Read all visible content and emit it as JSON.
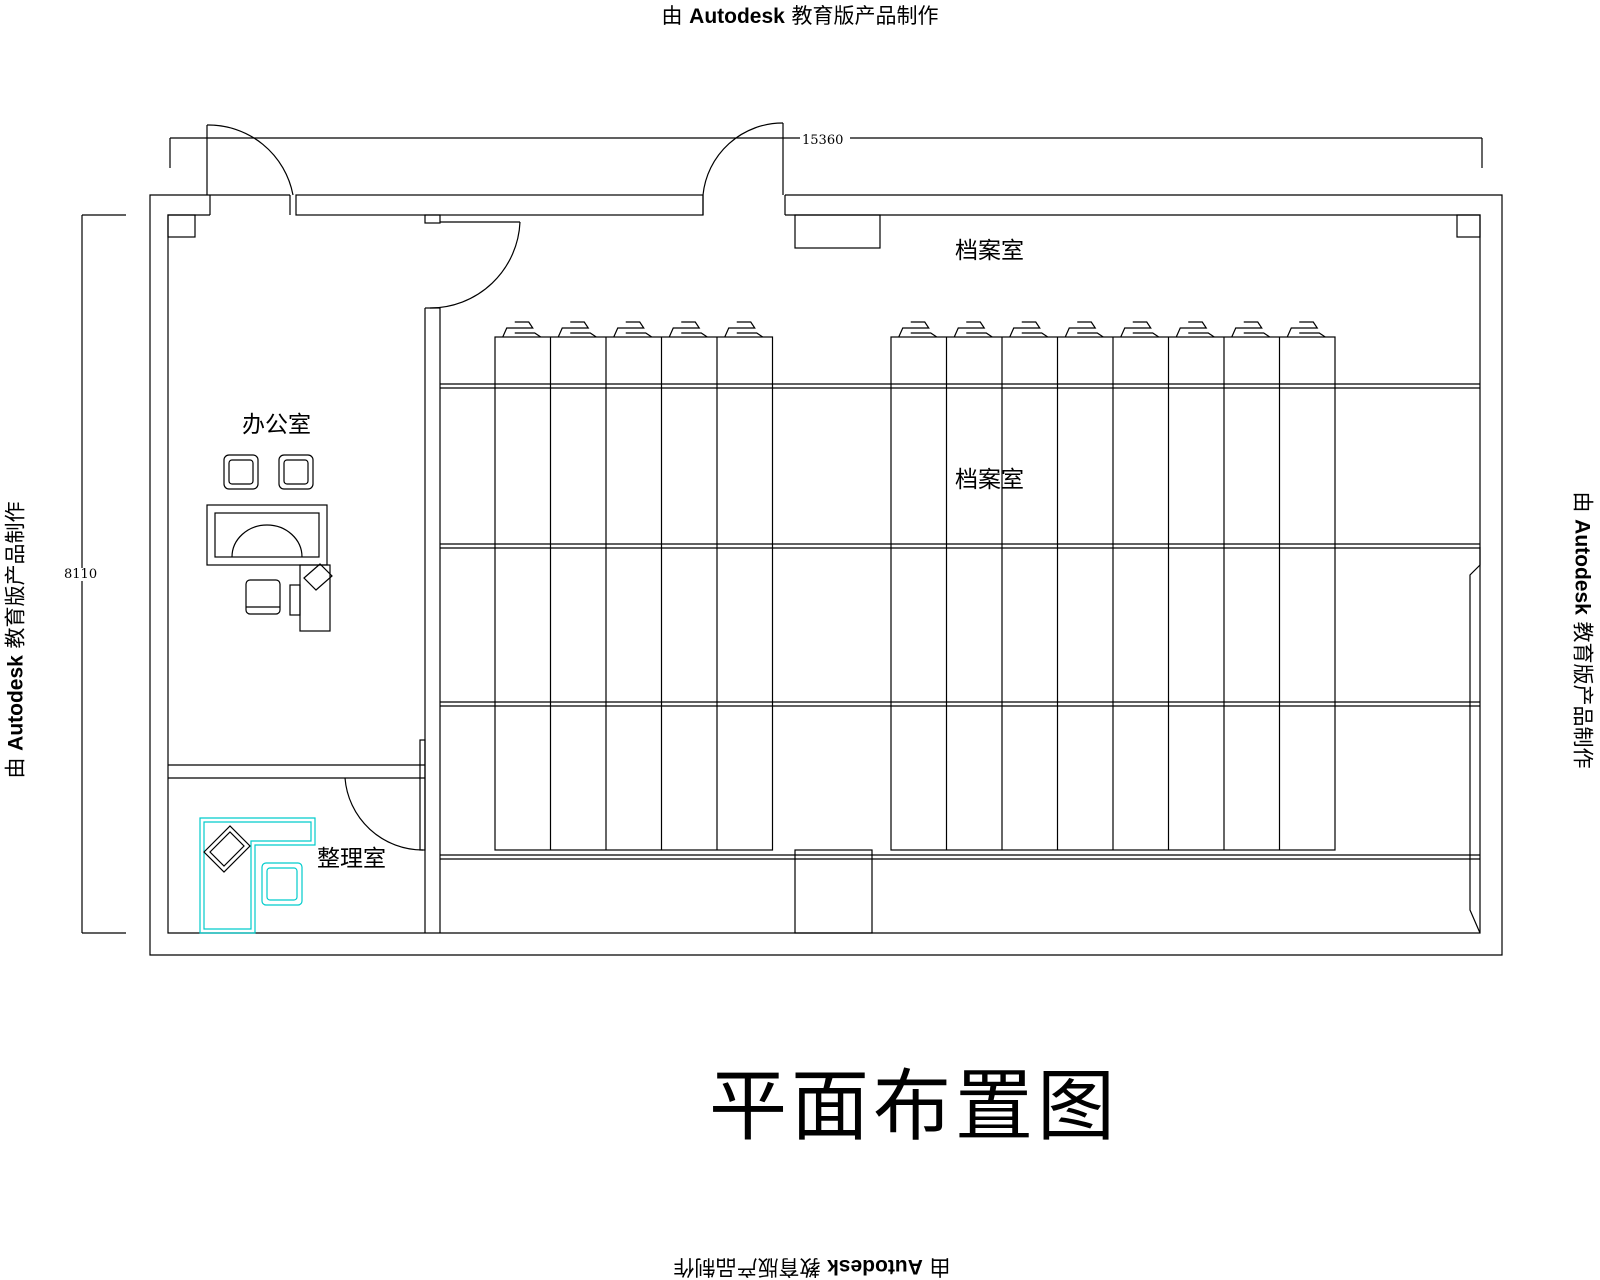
{
  "watermark": {
    "prefix": "由",
    "brand": "Autodesk",
    "suffix": "教育版产品制作"
  },
  "dimensions": {
    "width": "15360",
    "height": "8110"
  },
  "rooms": {
    "archive_top": "档案室",
    "archive_main": "档案室",
    "office": "办公室",
    "sorting": "整理室"
  },
  "title": "平面布置图",
  "colors": {
    "line": "#000000",
    "furniture_accent": "#00cccc",
    "background": "#ffffff"
  }
}
